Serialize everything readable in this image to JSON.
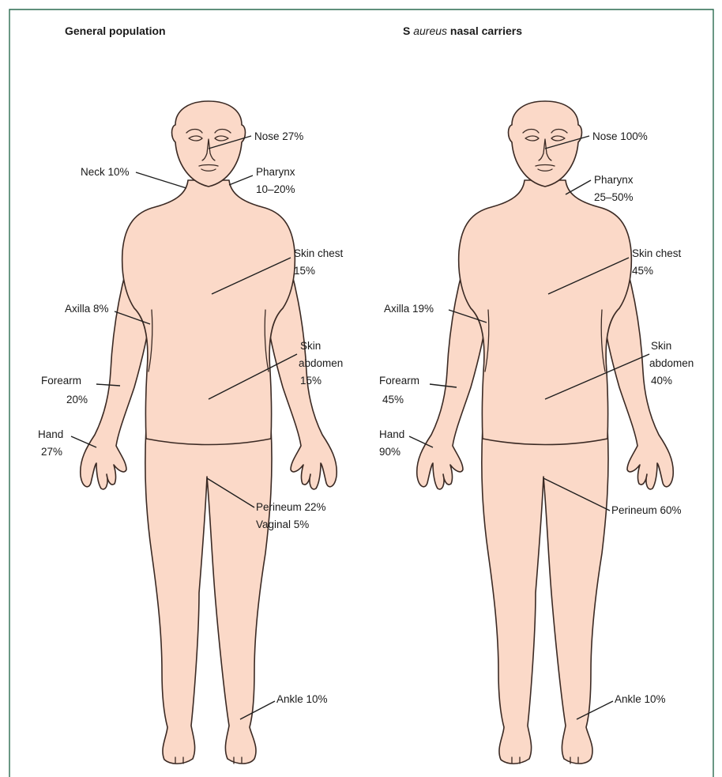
{
  "panels": [
    {
      "title": "General population",
      "labels": {
        "nose": "Nose 27%",
        "neck": "Neck 10%",
        "pharynx_1": "Pharynx",
        "pharynx_2": "10–20%",
        "skin_chest_1": "Skin chest",
        "skin_chest_2": "15%",
        "axilla": "Axilla 8%",
        "skin_abdomen_1": "Skin",
        "skin_abdomen_2": "abdomen",
        "skin_abdomen_3": "15%",
        "forearm_1": "Forearm",
        "forearm_2": "20%",
        "hand_1": "Hand",
        "hand_2": "27%",
        "perineum": "Perineum 22%",
        "vaginal": "Vaginal 5%",
        "ankle": "Ankle 10%"
      }
    },
    {
      "title": "S aureus nasal carriers",
      "title_prefix": "S ",
      "title_italic": "aureus",
      "title_suffix": " nasal carriers",
      "labels": {
        "nose": "Nose 100%",
        "pharynx_1": "Pharynx",
        "pharynx_2": "25–50%",
        "skin_chest_1": "Skin chest",
        "skin_chest_2": "45%",
        "axilla": "Axilla 19%",
        "skin_abdomen_1": "Skin",
        "skin_abdomen_2": "abdomen",
        "skin_abdomen_3": "40%",
        "forearm_1": "Forearm",
        "forearm_2": "45%",
        "hand_1": "Hand",
        "hand_2": "90%",
        "perineum": "Perineum 60%",
        "ankle": "Ankle 10%"
      }
    }
  ],
  "colors": {
    "skin": "#fbd9c8",
    "outline": "#3b2a24",
    "frame": "#2a6b50"
  }
}
